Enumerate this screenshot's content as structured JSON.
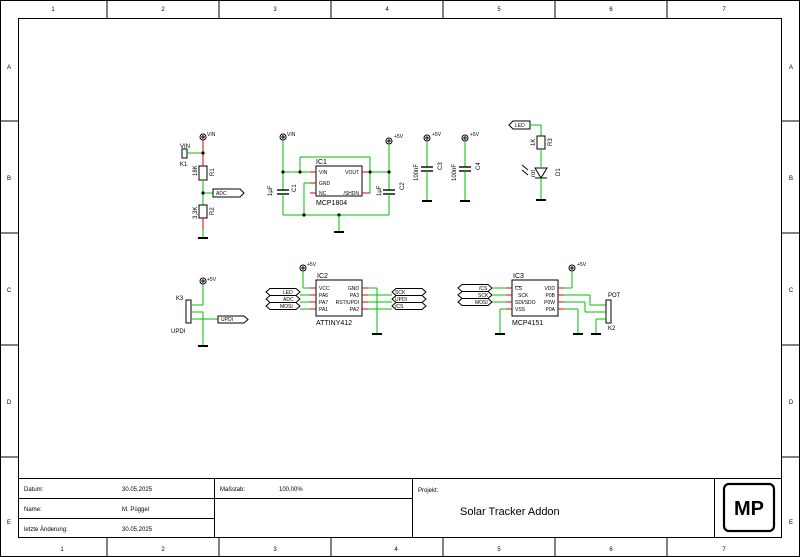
{
  "frame": {
    "columns": [
      "1",
      "2",
      "3",
      "4",
      "5",
      "6",
      "7"
    ],
    "rows": [
      "A",
      "B",
      "C",
      "D",
      "E"
    ]
  },
  "title_block": {
    "datum_label": "Datum:",
    "datum_value": "30.05.2025",
    "massstab_label": "Maßstab:",
    "massstab_value": "100,00%",
    "projekt_label": "Projekt:",
    "projekt_value": "Solar Tracker Addon",
    "name_label": "Name:",
    "name_value": "M. Püggel",
    "aenderung_label": "letzte Änderung:",
    "aenderung_value": "30.05.2025",
    "logo_text": "MP"
  },
  "vin_divider": {
    "vin_supply": "VIN",
    "k1_net": "VIN",
    "k1_ref": "K1",
    "r1_ref": "R1",
    "r1_value": "18K",
    "r2_ref": "R2",
    "r2_value": "3,3K",
    "adc_label": "ADC"
  },
  "regulator": {
    "vin_supply": "VIN",
    "plus5_supply": "+5V",
    "ic_ref": "IC1",
    "ic_part": "MCP1804",
    "pin_vin": "VIN",
    "pin_gnd": "GND",
    "pin_nc": "NC",
    "pin_vout": "VOUT",
    "pin_shdn": "/SHDN",
    "c1_ref": "C1",
    "c1_value": "1µF",
    "c2_ref": "C2",
    "c2_value": "1µF"
  },
  "decoupling": {
    "c3_supply": "+5V",
    "c3_ref": "C3",
    "c3_value": "100nF",
    "c4_supply": "+5V",
    "c4_ref": "C4",
    "c4_value": "100nF"
  },
  "led_section": {
    "led_net": "LED",
    "r3_ref": "R3",
    "r3_value": "1K",
    "d1_ref": "D1",
    "d1_value": "rot"
  },
  "updi_header": {
    "supply": "+5V",
    "k3_ref": "K3",
    "k3_net": "UPDI",
    "updi_label": "UPDI"
  },
  "mcu": {
    "supply": "+5V",
    "ic_ref": "IC2",
    "ic_part": "ATTINY412",
    "left_pins": [
      "VCC",
      "PA6",
      "PA7",
      "PA1"
    ],
    "right_pins": [
      "GND",
      "PA3",
      "RST/UPDI",
      "PA2"
    ],
    "left_nets": [
      "LED",
      "ADC",
      "MOSI"
    ],
    "right_nets": [
      "SCK",
      "UPDI",
      "/CS"
    ]
  },
  "digipot": {
    "supply": "+5V",
    "ic_ref": "IC3",
    "ic_part": "MCP4151",
    "left_pins": [
      "CS",
      "SCK",
      "SDI/SDO",
      "VSS"
    ],
    "right_pins": [
      "VDD",
      "P0B",
      "P0W",
      "P0A"
    ],
    "left_nets": [
      "/CS",
      "SCK",
      "MOSI"
    ],
    "k2_ref": "K2",
    "k2_net": "POT"
  }
}
